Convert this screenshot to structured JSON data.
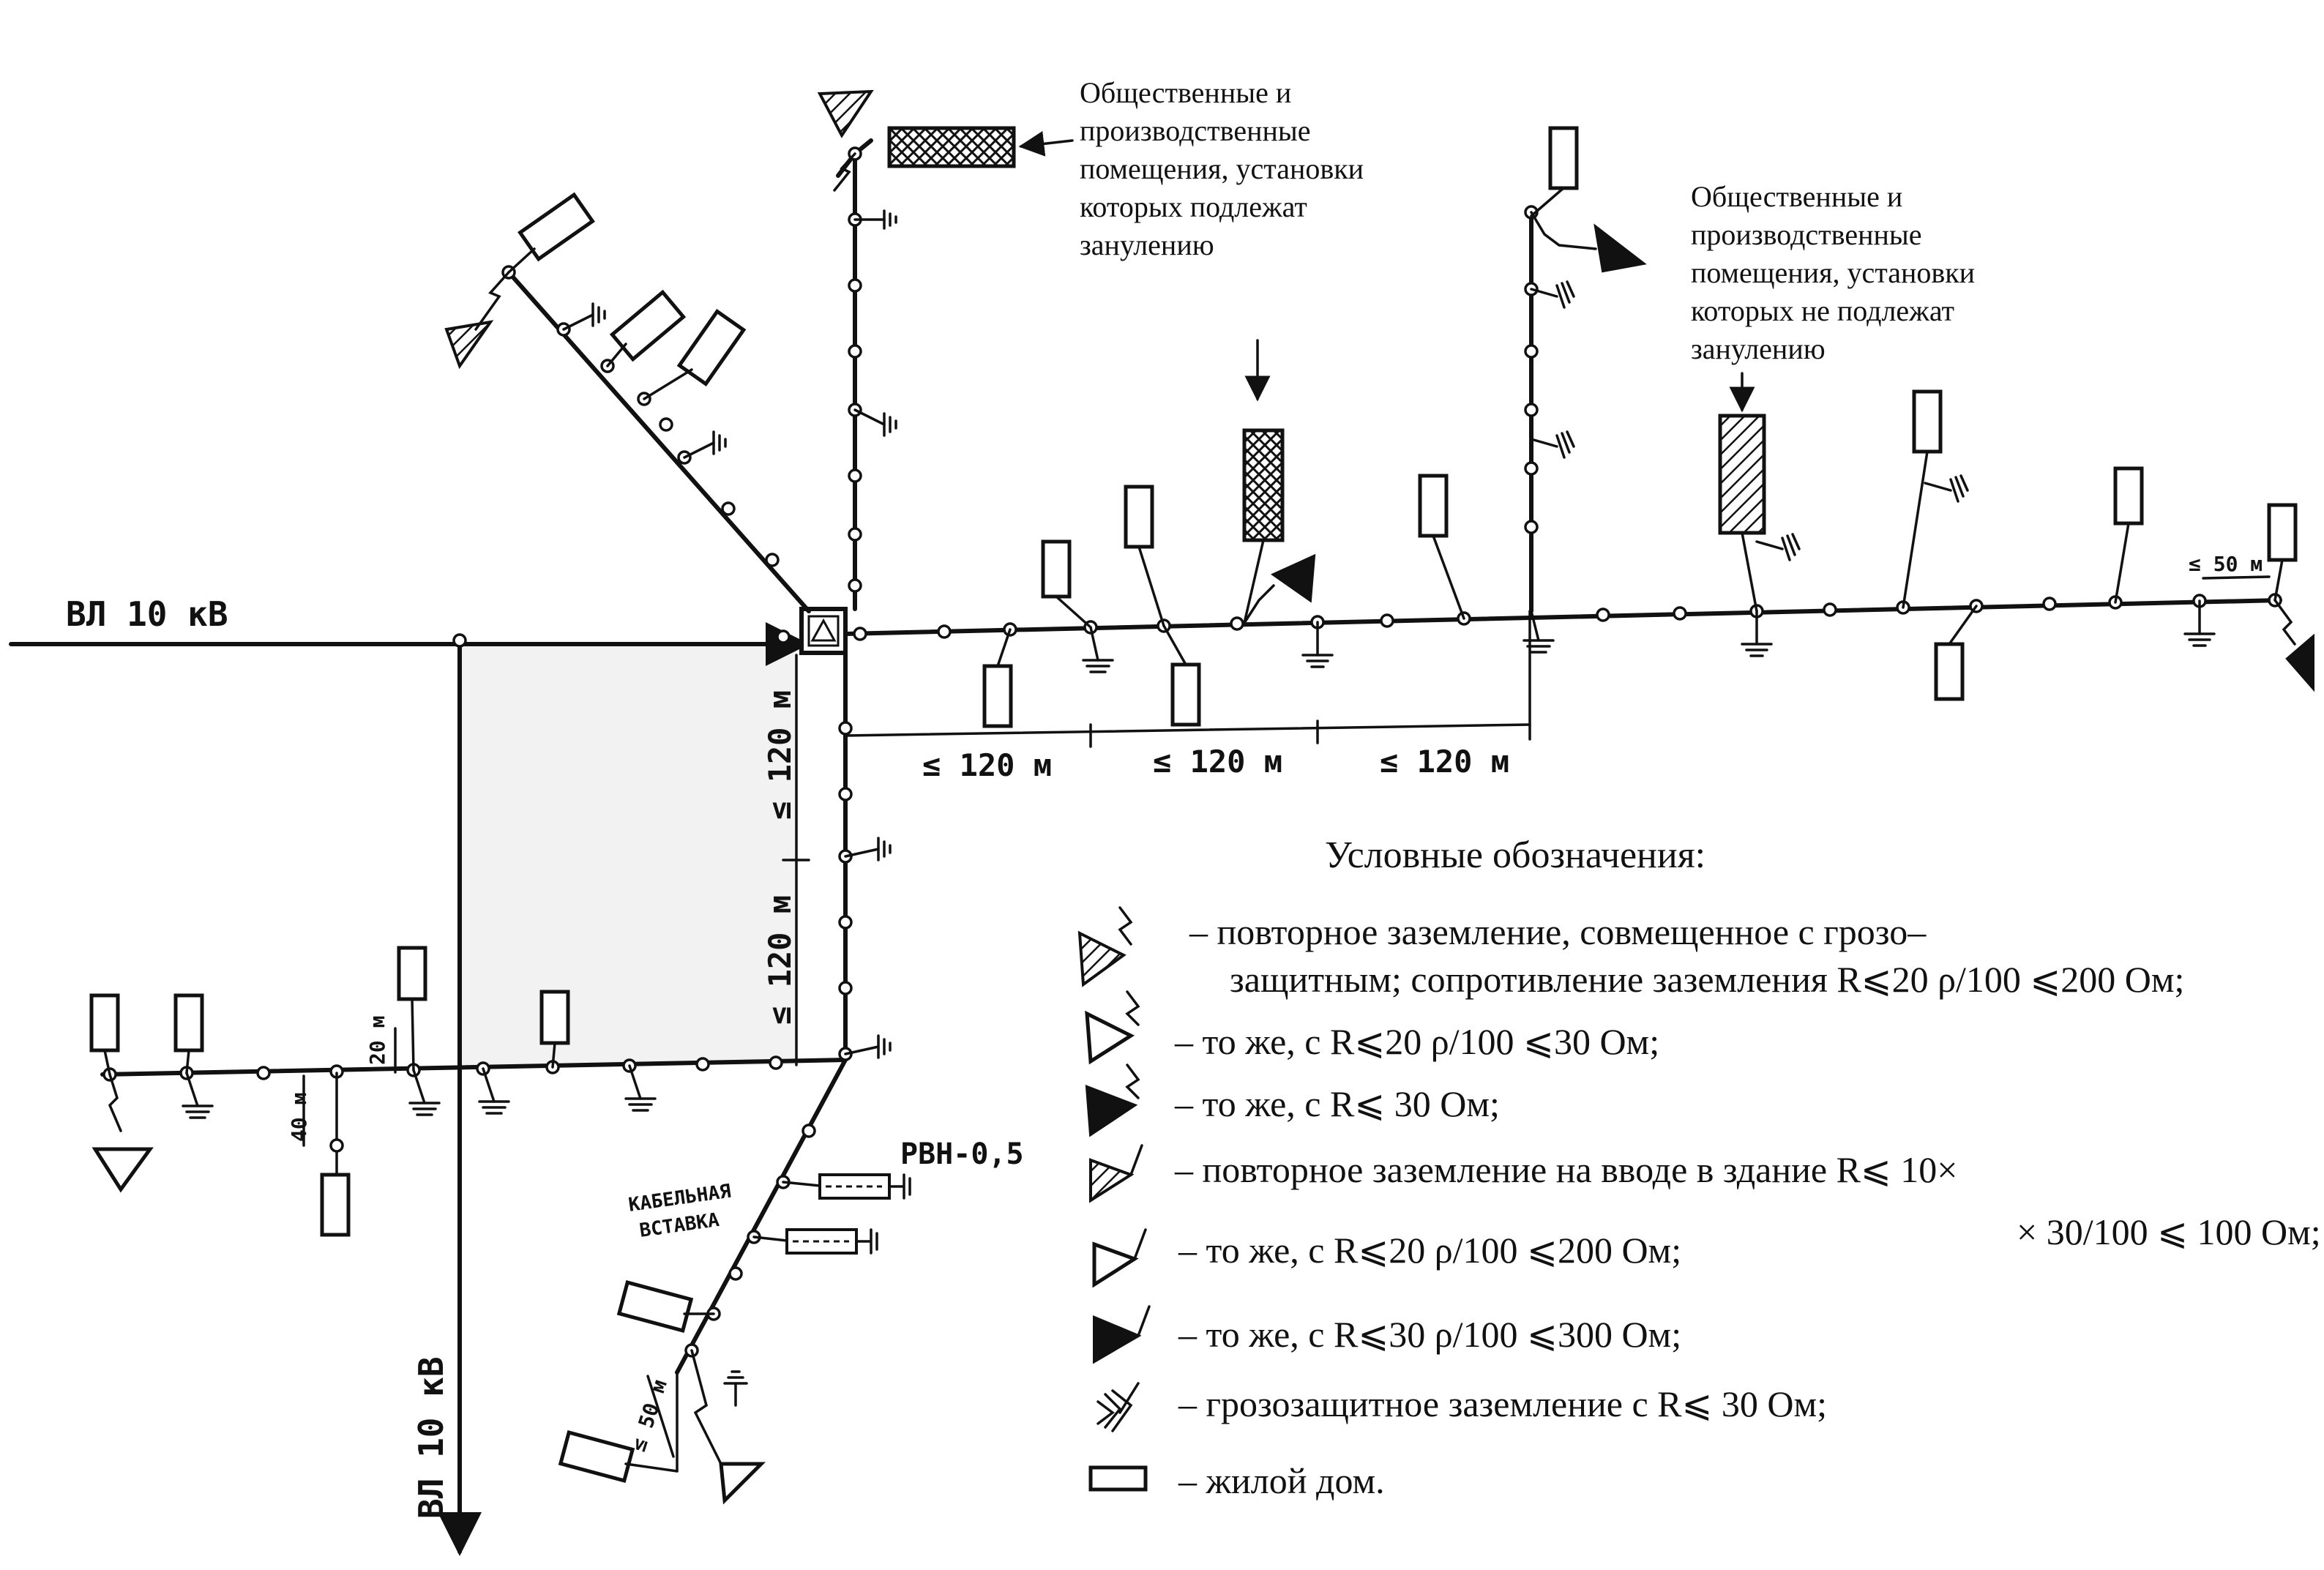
{
  "feeders": {
    "horizontal": "ВЛ 10 кВ",
    "vertical": "ВЛ 10 кВ"
  },
  "notes": {
    "zeroed_buildings": [
      "Общественные и",
      "производственные",
      "помещения, установки",
      "которых подлежат",
      "занулению"
    ],
    "non_zeroed_buildings": [
      "Общественные и",
      "производственные",
      "помещения, установки",
      "которых не подлежат",
      "занулению"
    ]
  },
  "dimensions": {
    "horizontal": [
      "≤ 120 м",
      "≤ 120 м",
      "≤ 120 м"
    ],
    "vertical": [
      "≤ 120 м",
      "≤ 120 м"
    ],
    "short_50_right": "≤ 50 м",
    "short_50_bottom": "≤ 50 м",
    "short_40": "40 м",
    "short_20": "20 м"
  },
  "labels": {
    "arrester": "РВН-0,5",
    "cable_insert": [
      "КАБЕЛЬНАЯ",
      "ВСТАВКА"
    ]
  },
  "legend": {
    "title": "Условные обозначения:",
    "items": [
      {
        "icon": "hatched-triangle-lightning-icon",
        "text": "– повторное заземление, совмещенное с грозо–",
        "text2": "защитным; сопротивление заземления R⩽20 ρ/100 ⩽200 Ом;"
      },
      {
        "icon": "white-triangle-lightning-icon",
        "text": "– то же, с R⩽20 ρ/100 ⩽30 Ом;"
      },
      {
        "icon": "black-triangle-lightning-icon",
        "text": "– то же, с R⩽ 30 Ом;"
      },
      {
        "icon": "hatched-triangle-entry-icon",
        "text": "– повторное заземление на вводе в здание R⩽ 10×",
        "text2": "× 30/100 ⩽ 100 Ом;"
      },
      {
        "icon": "white-triangle-entry-icon",
        "text": "– то же, с R⩽20 ρ/100 ⩽200 Ом;"
      },
      {
        "icon": "black-triangle-entry-icon",
        "text": "– то же, с R⩽30 ρ/100 ⩽300 Ом;"
      },
      {
        "icon": "lightning-ground-icon",
        "text": "– грозозащитное заземление с R⩽ 30 Ом;"
      },
      {
        "icon": "house-rect-icon",
        "text": "– жилой дом."
      }
    ]
  },
  "colors": {
    "ink": "#111111",
    "zone_fill": "#f2f2f2",
    "background": "#ffffff"
  }
}
